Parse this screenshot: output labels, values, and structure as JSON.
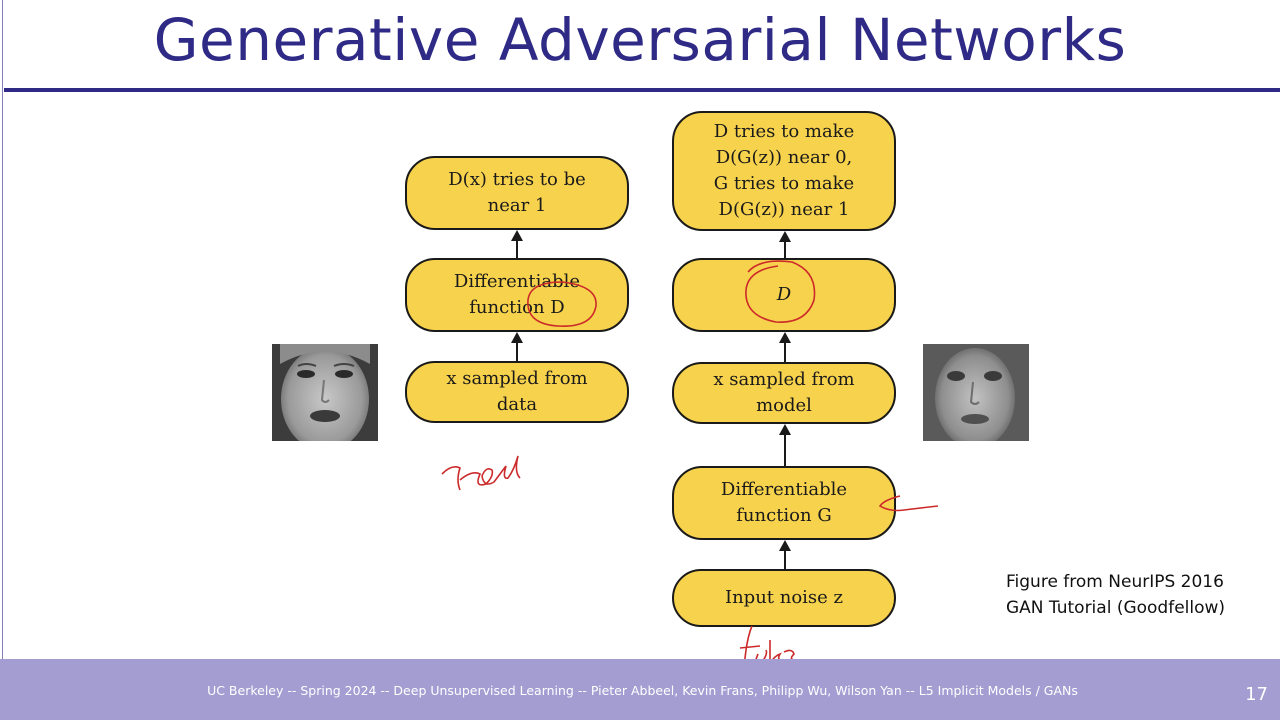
{
  "slide": {
    "title": "Generative Adversarial Networks",
    "caption": "Figure from NeurIPS 2016\nGAN Tutorial (Goodfellow)",
    "footer": "UC Berkeley -- Spring 2024 -- Deep Unsupervised Learning -- Pieter Abbeel, Kevin Frans, Philipp Wu, Wilson Yan  -- L5 Implicit Models / GANs",
    "page_number": "17"
  },
  "diagram": {
    "left_column": {
      "real_image": "real-face-image",
      "nodes": {
        "x_sampled_data": "x sampled from\ndata",
        "function_d": "Differentiable\nfunction D",
        "d_output": "D(x) tries to be\nnear 1"
      }
    },
    "right_column": {
      "fake_image": "generated-face-image",
      "nodes": {
        "input_noise": "Input noise z",
        "function_g": "Differentiable\nfunction G",
        "x_sampled_model": "x sampled from\nmodel",
        "d": "D",
        "d_output": "D tries to make\nD(G(z)) near 0,\nG tries to make\nD(G(z)) near 1"
      }
    }
  },
  "annotations": {
    "handwritten_real": "real",
    "handwritten_fake": "fake",
    "ink_color": "#cc2a2a"
  },
  "colors": {
    "title": "#2e2a86",
    "node_fill": "#f7d24c",
    "footer_bg": "#a39dd2"
  }
}
